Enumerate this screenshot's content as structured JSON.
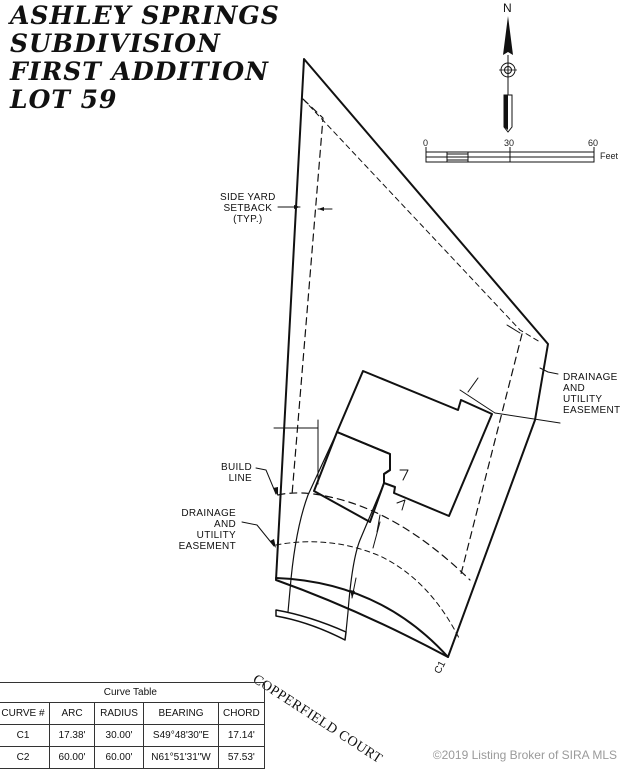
{
  "title": {
    "lines": [
      "ASHLEY SPRINGS",
      "SUBDIVISION",
      "FIRST ADDITION",
      "LOT 59"
    ]
  },
  "north_arrow": {
    "label": "N"
  },
  "scale_bar": {
    "ticks": [
      "0",
      "30",
      "60"
    ],
    "unit": "Feet"
  },
  "labels": {
    "side_yard_setback": [
      "SIDE YARD",
      "SETBACK",
      "(TYP.)"
    ],
    "drainage_easement_right": [
      "DRAINAGE",
      "AND",
      "UTILITY",
      "EASEMENT"
    ],
    "build_line": [
      "BUILD",
      "LINE"
    ],
    "drainage_easement_left": [
      "DRAINAGE",
      "AND",
      "UTILITY",
      "EASEMENT"
    ],
    "street_name": "COPPERFIELD COURT",
    "curve_tag": "C1"
  },
  "curve_table": {
    "caption": "Curve Table",
    "columns": [
      "CURVE #",
      "ARC",
      "RADIUS",
      "BEARING",
      "CHORD"
    ],
    "rows": [
      [
        "C1",
        "17.38'",
        "30.00'",
        "S49°48'30\"E",
        "17.14'"
      ],
      [
        "C2",
        "60.00'",
        "60.00'",
        "N61°51'31\"W",
        "57.53'"
      ]
    ]
  },
  "colors": {
    "line": "#111111",
    "background": "#ffffff",
    "watermark": "#9a9a9a"
  },
  "watermark": "©2019 Listing Broker of SIRA MLS"
}
